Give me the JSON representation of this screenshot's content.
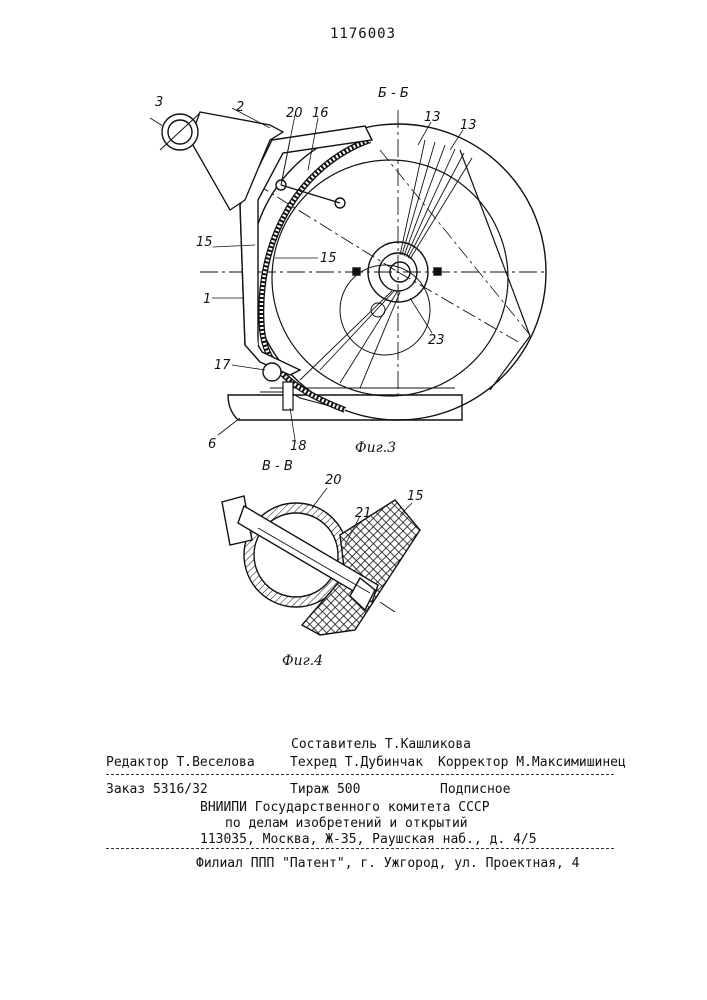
{
  "header": {
    "patent_number": "1176003"
  },
  "figure3": {
    "section_label": "Б - Б",
    "caption": "Фиг.3",
    "labels": {
      "l3": "3",
      "l2": "2",
      "l20": "20",
      "l16": "16",
      "l13a": "13",
      "l13b": "13",
      "l15a": "15",
      "l15b": "15",
      "l1": "1",
      "l23": "23",
      "l17": "17",
      "l6": "6",
      "l18": "18"
    }
  },
  "figure4": {
    "section_label": "В - В",
    "caption": "Фиг.4",
    "labels": {
      "l20": "20",
      "l21": "21",
      "l15": "15"
    }
  },
  "colophon": {
    "editor": "Редактор Т.Веселова",
    "compiler": "Составитель Т.Кашликова",
    "techred": "Техред Т.Дубинчак",
    "corrector": "Корректор М.Максимишинец",
    "order": "Заказ 5316/32",
    "circulation": "Тираж 500",
    "subscription": "Подписное",
    "org_line1": "ВНИИПИ Государственного комитета СССР",
    "org_line2": "по делам изобретений и открытий",
    "org_line3": "113035, Москва, Ж-35, Раушская наб., д. 4/5",
    "branch": "Филиал ППП \"Патент\", г. Ужгород, ул. Проектная, 4"
  }
}
